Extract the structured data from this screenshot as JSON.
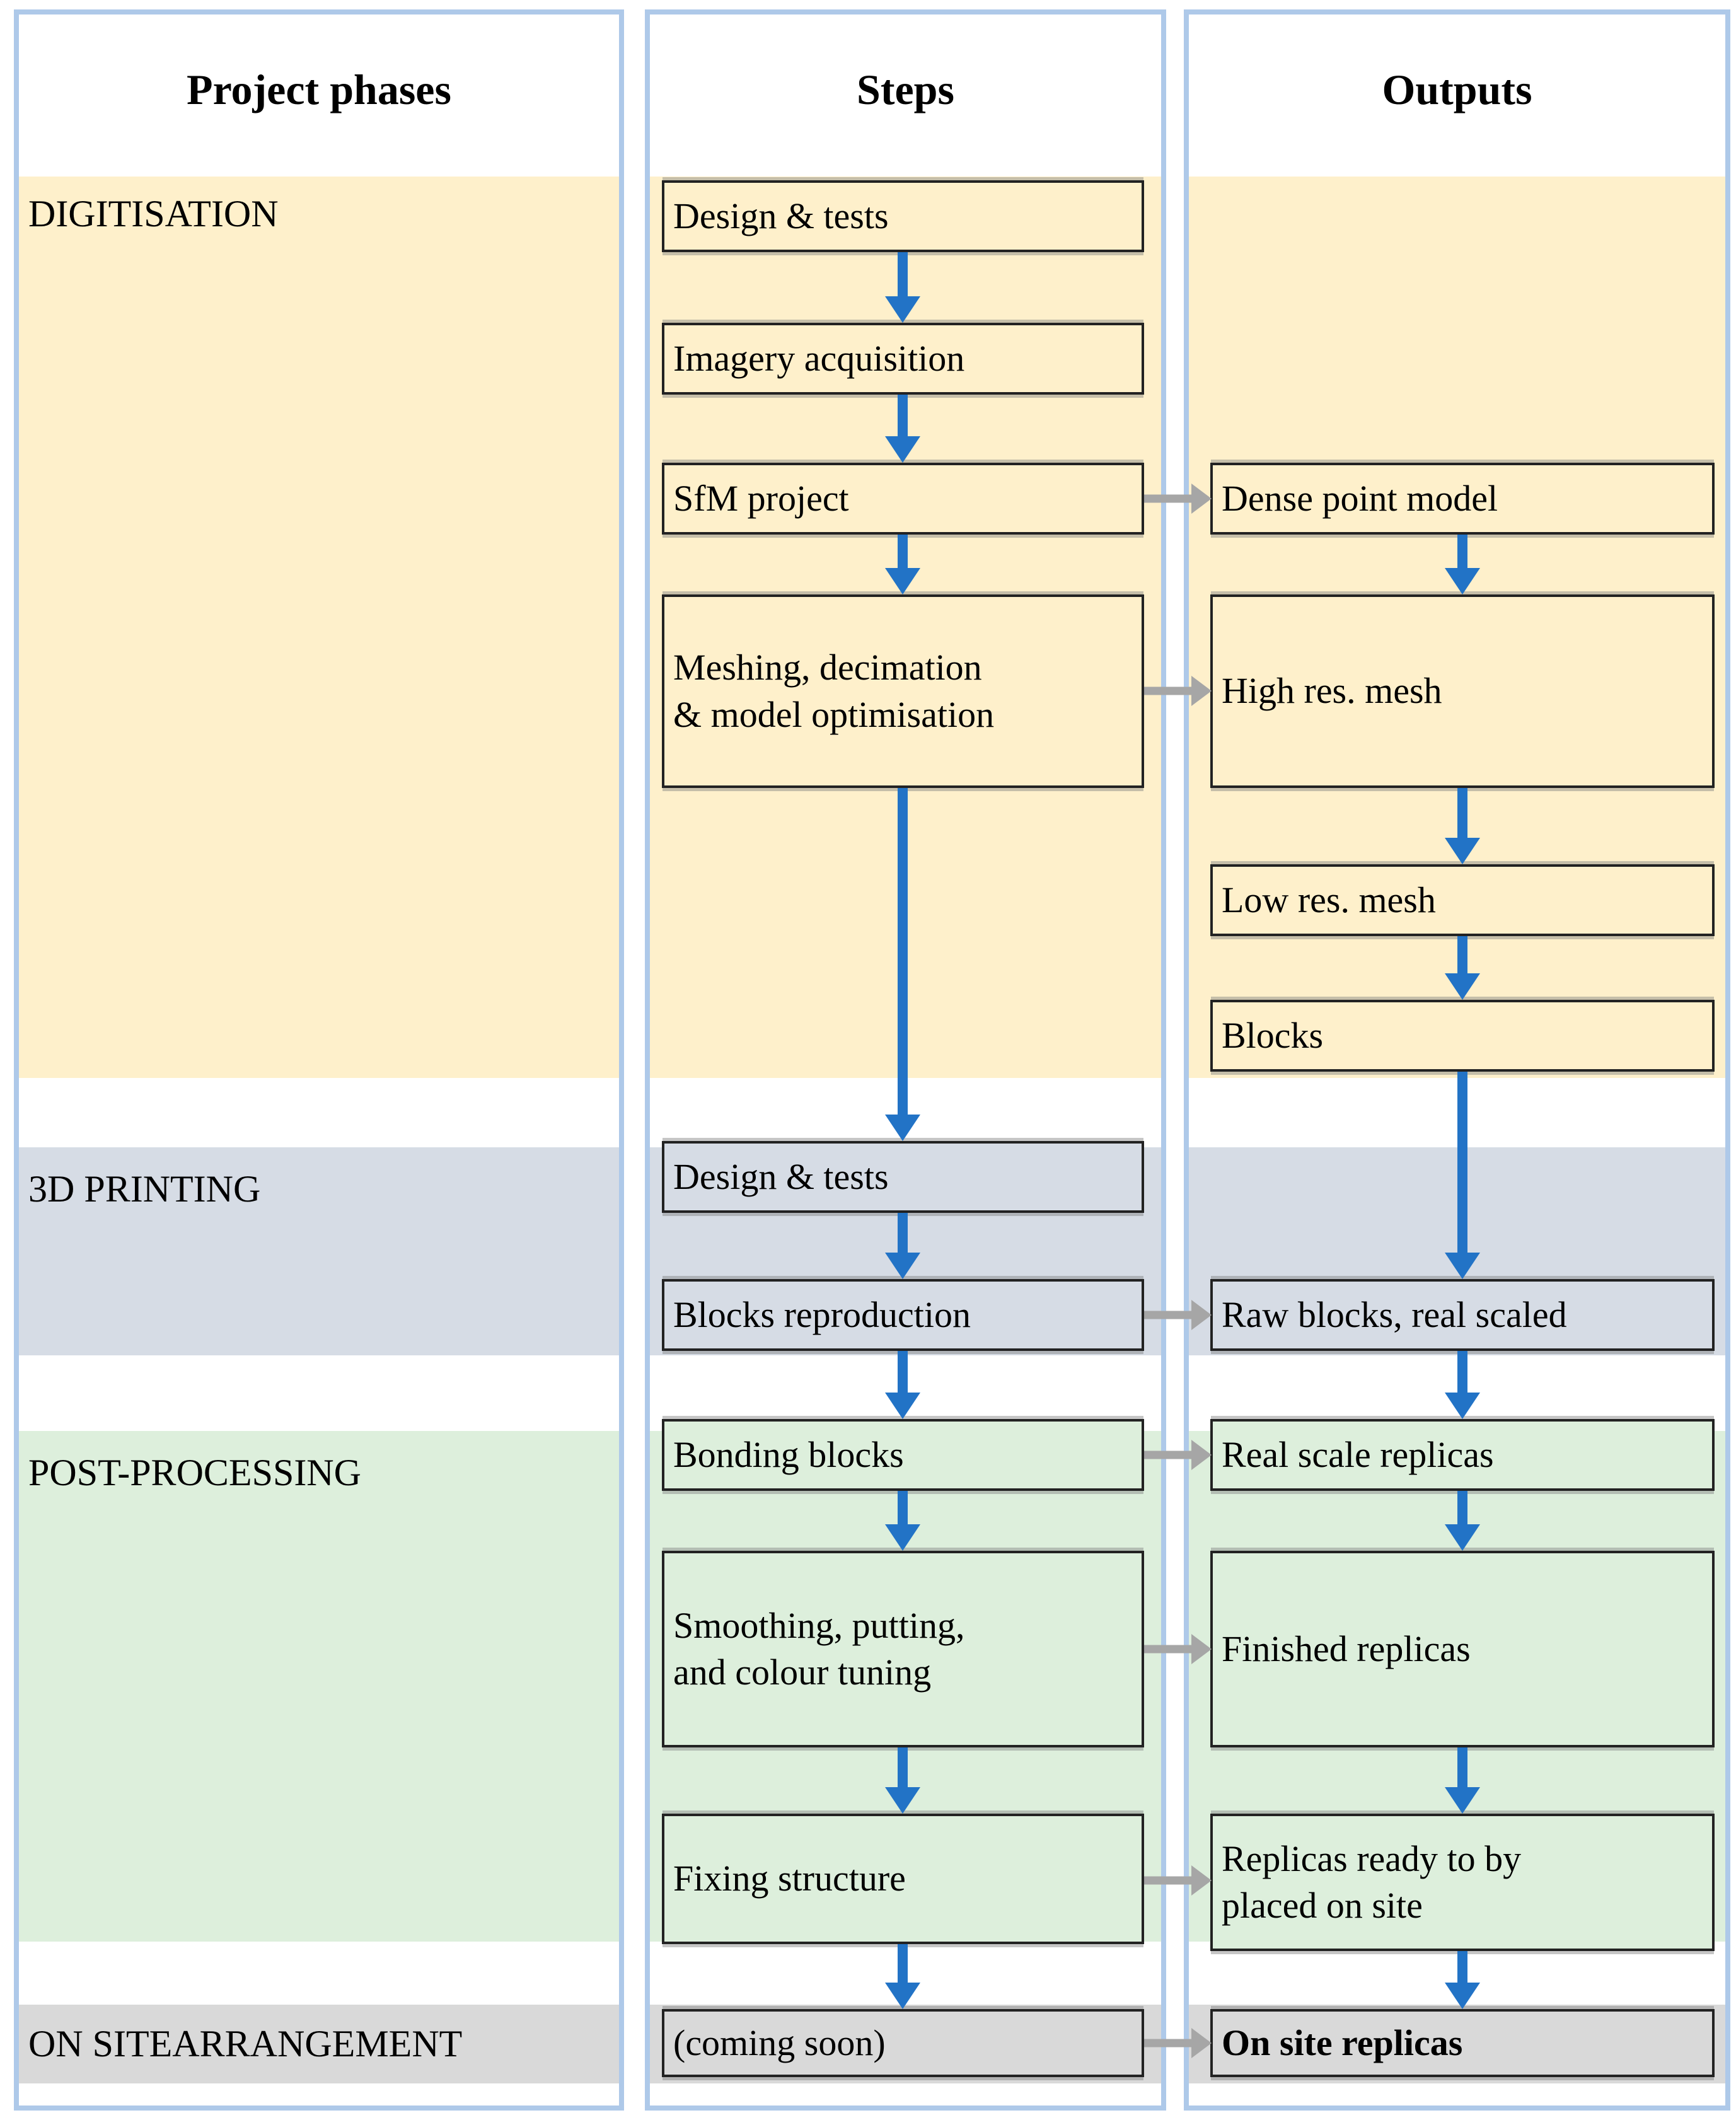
{
  "diagram": {
    "columns": [
      {
        "header": "Project phases"
      },
      {
        "header": "Steps"
      },
      {
        "header": "Outputs"
      }
    ],
    "phases": [
      {
        "label": "DIGITISATION",
        "color": "#FEF0CB"
      },
      {
        "label": "3D PRINTING",
        "color": "#D6DCE5"
      },
      {
        "label": "POST-PROCESSING",
        "color": "#DDEFDC"
      },
      {
        "label": "ON SITEARRANGEMENT",
        "color": "#D9D9D9"
      }
    ],
    "steps": [
      {
        "label": "Design & tests"
      },
      {
        "label": "Imagery acquisition"
      },
      {
        "label": "SfM project"
      },
      {
        "label": "Meshing, decimation\n& model optimisation"
      },
      {
        "label": "Design & tests"
      },
      {
        "label": "Blocks reproduction"
      },
      {
        "label": "Bonding blocks"
      },
      {
        "label": "Smoothing, putting,\nand colour tuning"
      },
      {
        "label": "Fixing structure"
      },
      {
        "label": "(coming soon)"
      }
    ],
    "outputs": [
      {
        "label": "Dense point model"
      },
      {
        "label": "High res. mesh"
      },
      {
        "label": "Low res. mesh"
      },
      {
        "label": "Blocks"
      },
      {
        "label": "Raw blocks, real scaled"
      },
      {
        "label": "Real scale replicas"
      },
      {
        "label": "Finished replicas"
      },
      {
        "label": "Replicas ready to by\nplaced on site"
      },
      {
        "label": "On site replicas"
      }
    ],
    "colors": {
      "column_border": "#AEC9E9",
      "box_border": "#222222",
      "arrow_down_blue": "#2273C6",
      "arrow_right_gray": "#A6A6A6"
    }
  }
}
